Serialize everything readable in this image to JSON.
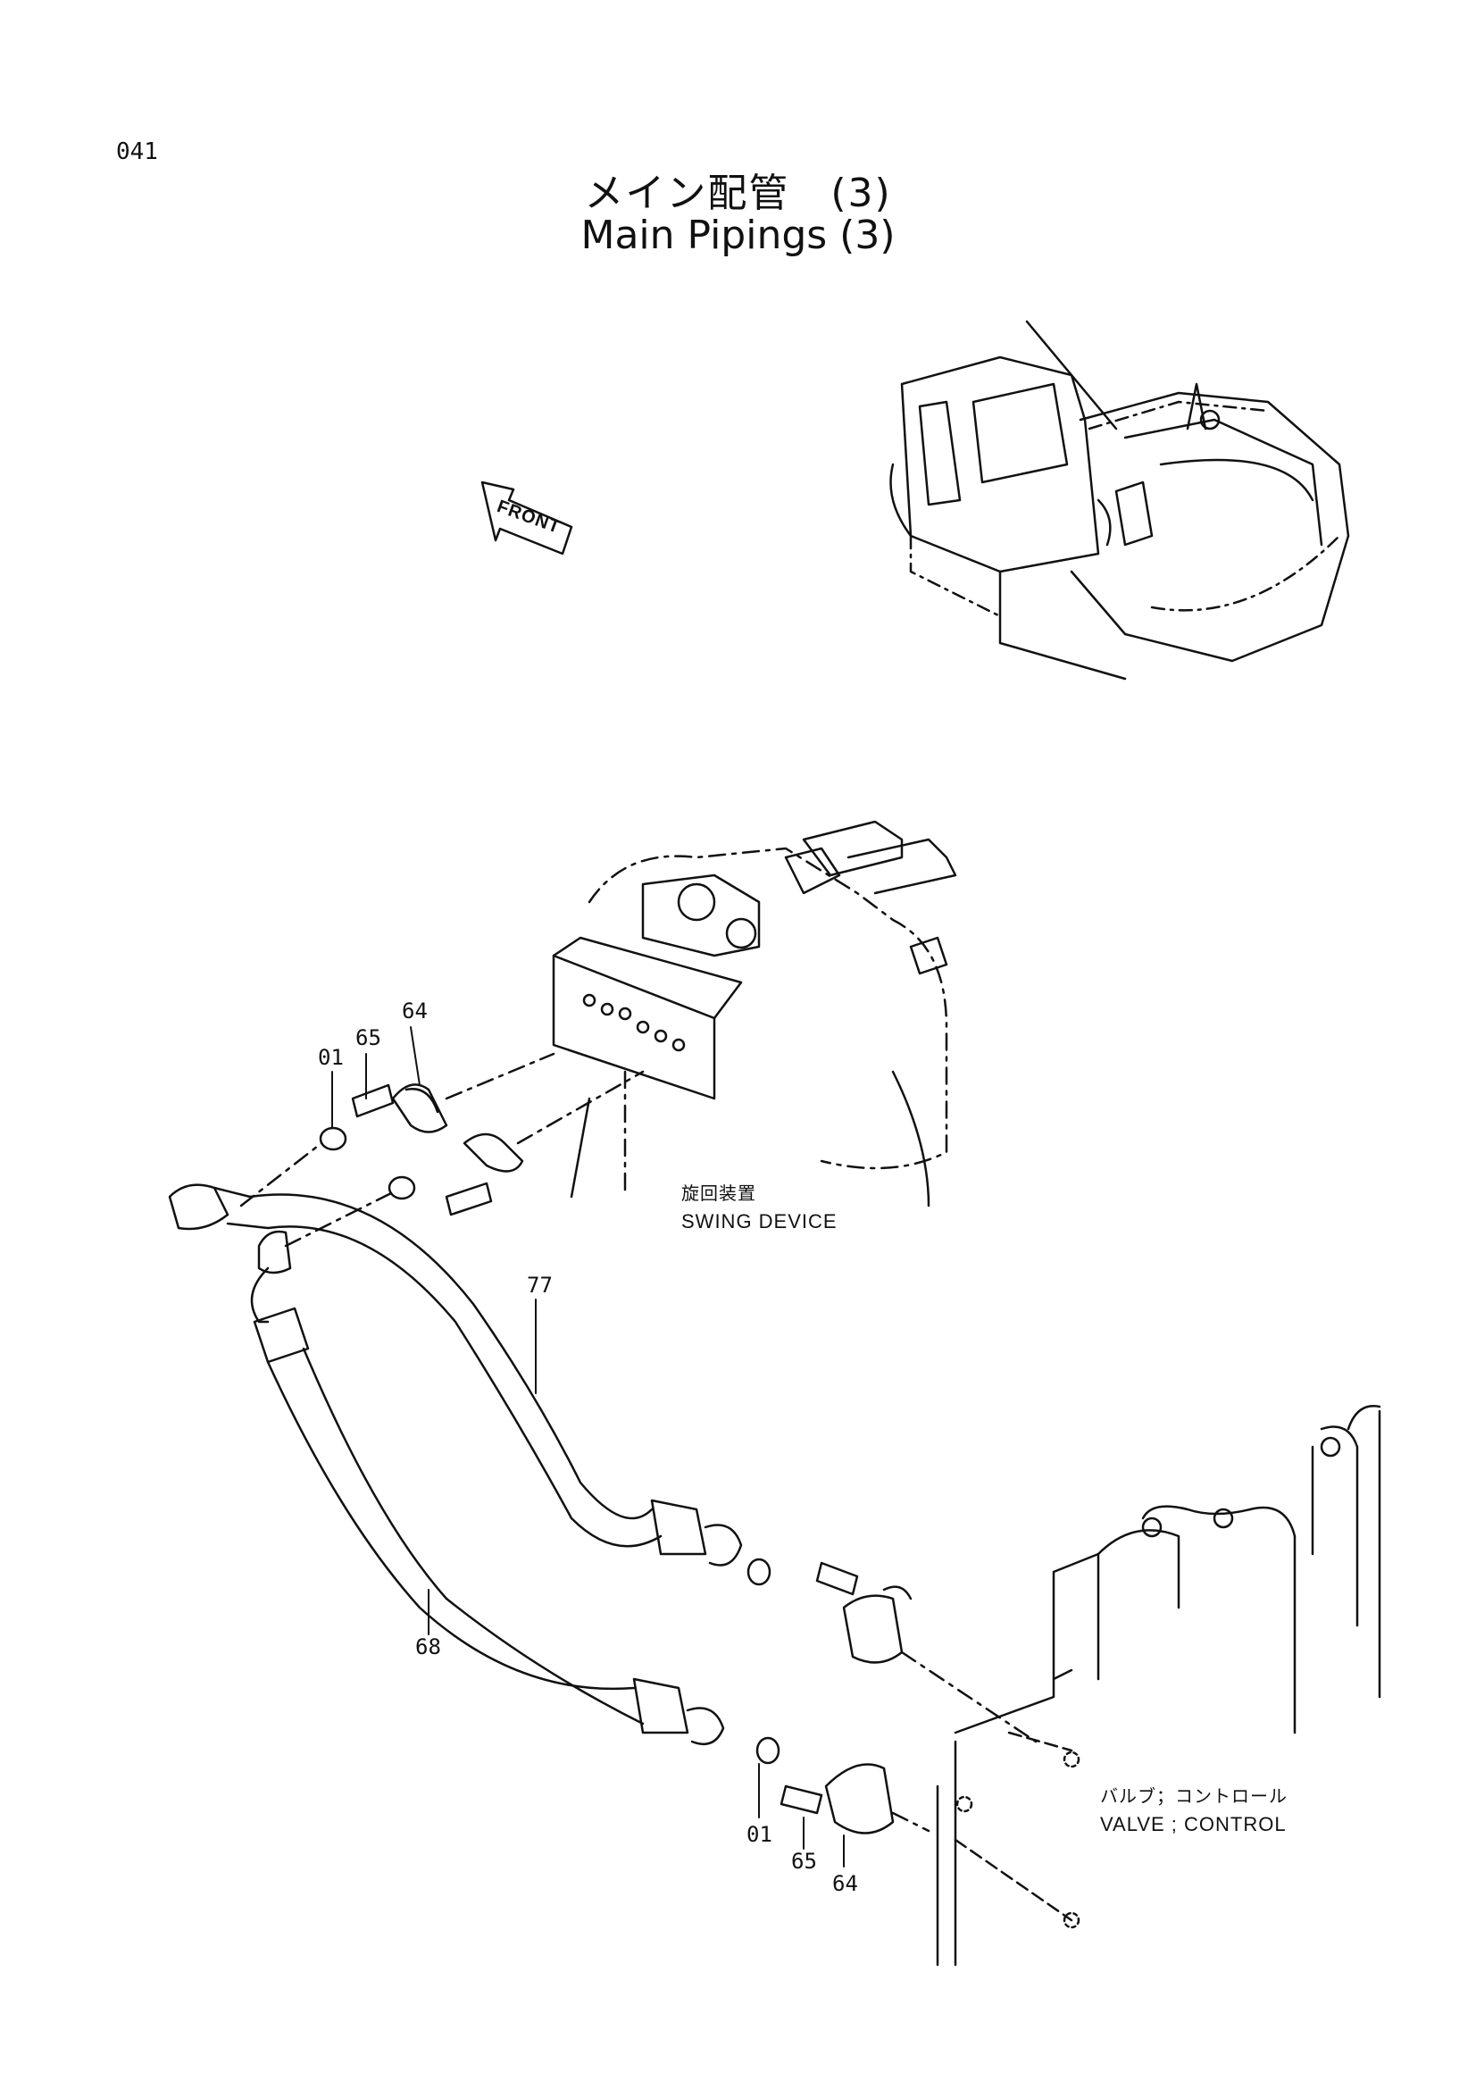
{
  "page": {
    "number": "041"
  },
  "title": {
    "jp": "メイン配管　(3)",
    "en": "Main Pipings (3)"
  },
  "front_marker": {
    "text": "FRONT"
  },
  "components": {
    "swing_device": {
      "jp": "旋回装置",
      "en": "SWING DEVICE"
    },
    "control_valve": {
      "jp": "バルブ；コントロール",
      "en": "VALVE ; CONTROL"
    }
  },
  "part_numbers": {
    "upper_64": "64",
    "upper_65": "65",
    "upper_01": "01",
    "hose_77": "77",
    "hose_68": "68",
    "lower_01": "01",
    "lower_65": "65",
    "lower_64": "64"
  }
}
